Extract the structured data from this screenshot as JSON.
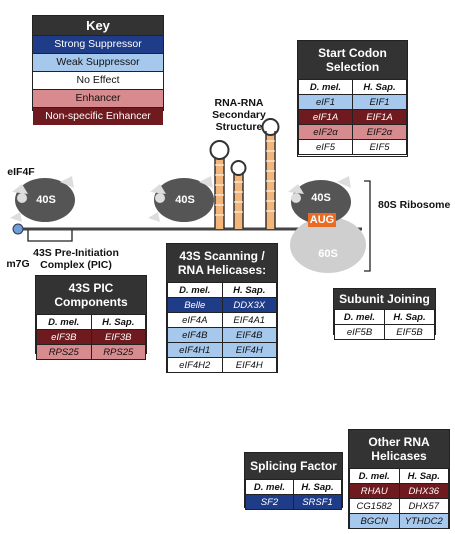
{
  "key": {
    "title": "Key",
    "items": [
      {
        "label": "Strong Suppressor",
        "color": "#1f3c88"
      },
      {
        "label": "Weak Suppressor",
        "color": "#a6c8ec"
      },
      {
        "label": "No Effect",
        "color": "#ffffff"
      },
      {
        "label": "Enhancer",
        "color": "#d88b8e"
      },
      {
        "label": "Non-specific Enhancer",
        "color": "#6e1a1e"
      }
    ]
  },
  "labels": {
    "rna_structure": "RNA-RNA Secondary Structure",
    "eif4f": "eIF4F",
    "cap": "m7G",
    "pic": "43S Pre-Initiation Complex (PIC)",
    "ribosome_80s": "80S Ribosome",
    "subunit_40s": "40S",
    "subunit_60s": "60S",
    "aug": "AUG"
  },
  "columns": {
    "dmel": "D. mel.",
    "hsap": "H. Sap."
  },
  "tables": {
    "start_codon": {
      "title": "Start Codon Selection",
      "rows": [
        {
          "dmel": "eIF1",
          "hsap": "EIF1",
          "effect": "weak"
        },
        {
          "dmel": "eIF1A",
          "hsap": "EIF1A",
          "effect": "nonspec"
        },
        {
          "dmel": "eIF2α",
          "hsap": "EIF2α",
          "effect": "enh"
        },
        {
          "dmel": "eIF5",
          "hsap": "EIF5",
          "effect": "none"
        }
      ]
    },
    "pic_components": {
      "title": "43S PIC Components",
      "rows": [
        {
          "dmel": "eIF3B",
          "hsap": "EIF3B",
          "effect": "nonspec"
        },
        {
          "dmel": "RPS25",
          "hsap": "RPS25",
          "effect": "enh"
        }
      ]
    },
    "scanning": {
      "title": "43S Scanning / RNA Helicases:",
      "rows": [
        {
          "dmel": "Belle",
          "hsap": "DDX3X",
          "effect": "strong"
        },
        {
          "dmel": "eIF4A",
          "hsap": "EIF4A1",
          "effect": "none"
        },
        {
          "dmel": "eIF4B",
          "hsap": "EIF4B",
          "effect": "weak"
        },
        {
          "dmel": "eIF4H1",
          "hsap": "EIF4H",
          "effect": "weak"
        },
        {
          "dmel": "eIF4H2",
          "hsap": "EIF4H",
          "effect": "none"
        }
      ]
    },
    "subunit_joining": {
      "title": "Subunit Joining",
      "rows": [
        {
          "dmel": "eIF5B",
          "hsap": "EIF5B",
          "effect": "none"
        }
      ]
    },
    "splicing": {
      "title": "Splicing Factor",
      "rows": [
        {
          "dmel": "SF2",
          "hsap": "SRSF1",
          "effect": "strong"
        }
      ]
    },
    "other_helicases": {
      "title": "Other RNA Helicases",
      "rows": [
        {
          "dmel": "RHAU",
          "hsap": "DHX36",
          "effect": "nonspec"
        },
        {
          "dmel": "CG1582",
          "hsap": "DHX57",
          "effect": "none"
        },
        {
          "dmel": "BGCN",
          "hsap": "YTHDC2",
          "effect": "weak"
        }
      ]
    }
  }
}
